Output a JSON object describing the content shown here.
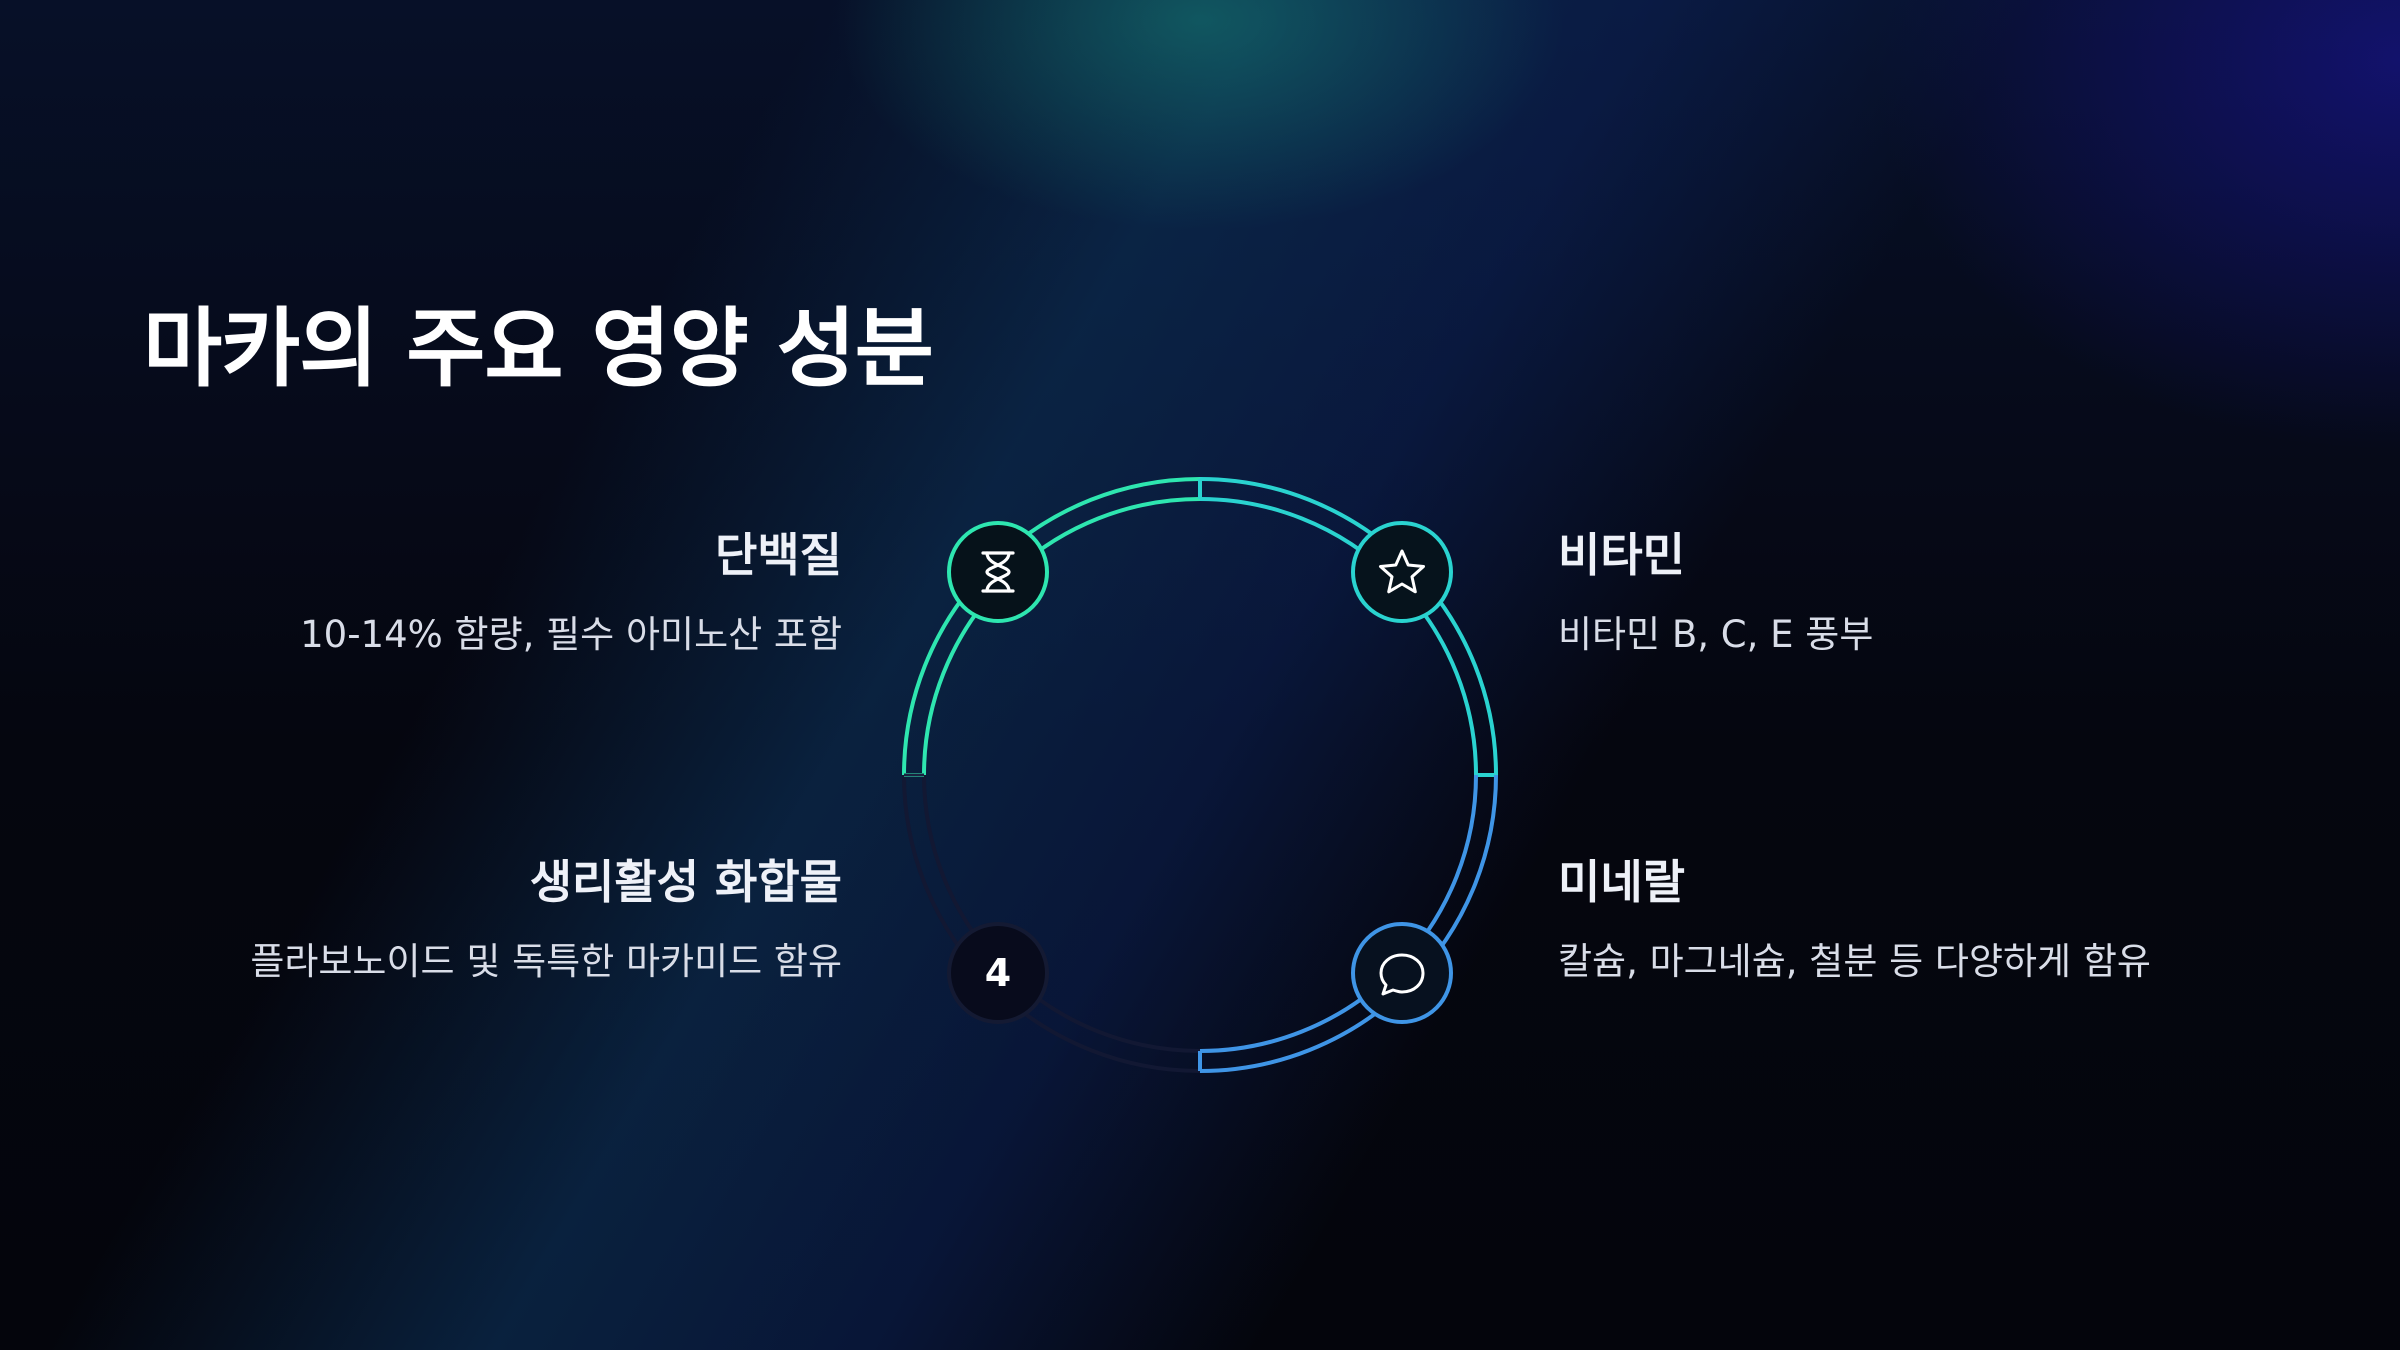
{
  "title": "마카의 주요 영양 성분",
  "items": [
    {
      "title": "단백질",
      "desc": "10-14% 함량, 필수 아미노산 포함",
      "icon": "hourglass-icon"
    },
    {
      "title": "비타민",
      "desc": "비타민 B, C, E 풍부",
      "icon": "star-icon"
    },
    {
      "title": "생리활성 화합물",
      "desc": "플라보노이드 및 독특한 마카미드 함유",
      "icon": "number",
      "number": "4"
    },
    {
      "title": "미네랄",
      "desc": "칼슘, 마그네슘, 철분 등 다양하게 함유",
      "icon": "chat-bubble-icon"
    }
  ],
  "colors": {
    "background": "#05060f",
    "green": "#2ee6b0",
    "teal": "#2ad3d0",
    "blue": "#3f95e6",
    "dim": "#141a33"
  }
}
